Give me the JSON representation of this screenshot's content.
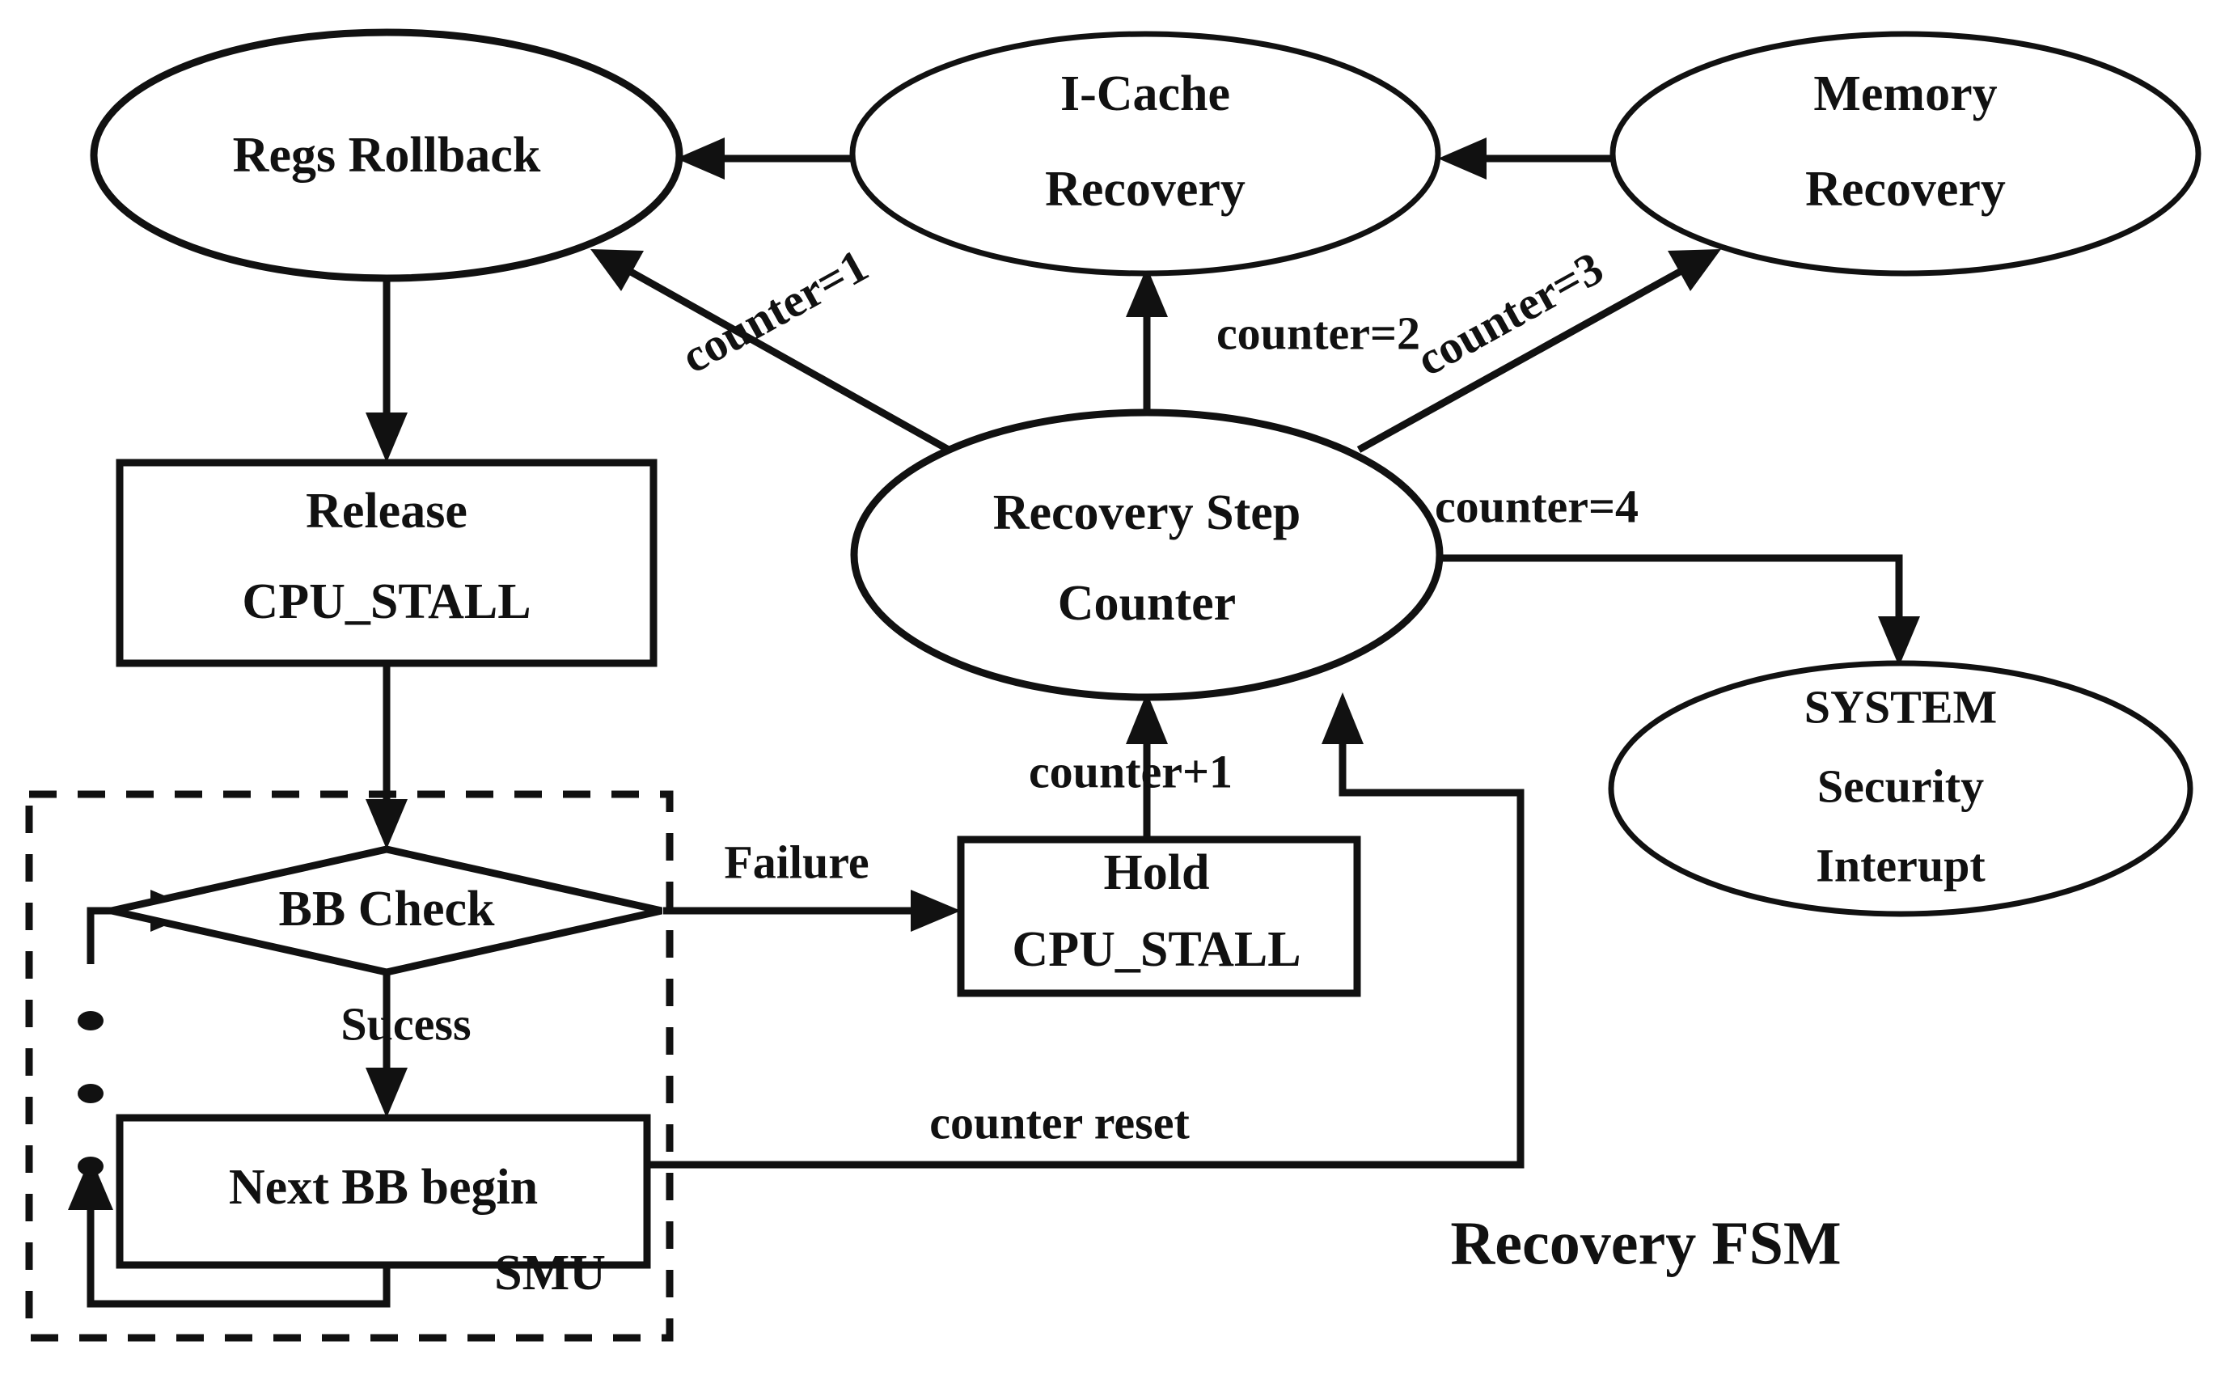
{
  "diagram": {
    "title": "Recovery FSM",
    "group_label": "SMU",
    "nodes": {
      "regs_rollback": {
        "label": "Regs Rollback",
        "shape": "ellipse"
      },
      "icache_recovery": {
        "line1": "I-Cache",
        "line2": "Recovery",
        "shape": "ellipse"
      },
      "memory_recovery": {
        "line1": "Memory",
        "line2": "Recovery",
        "shape": "ellipse"
      },
      "recovery_step_counter": {
        "line1": "Recovery Step",
        "line2": "Counter",
        "shape": "ellipse"
      },
      "system_security_interupt": {
        "line1": "SYSTEM",
        "line2": "Security",
        "line3": "Interupt",
        "shape": "ellipse"
      },
      "release_cpu_stall": {
        "line1": "Release",
        "line2": "CPU_STALL",
        "shape": "rect"
      },
      "hold_cpu_stall": {
        "line1": "Hold",
        "line2": "CPU_STALL",
        "shape": "rect"
      },
      "bb_check": {
        "label": "BB Check",
        "shape": "diamond"
      },
      "next_bb_begin": {
        "label": "Next BB begin",
        "shape": "rect"
      }
    },
    "edge_labels": {
      "counter_eq_1": "counter=1",
      "counter_eq_2": "counter=2",
      "counter_eq_3": "counter=3",
      "counter_eq_4": "counter=4",
      "counter_plus_1": "counter+1",
      "counter_reset": "counter reset",
      "failure": "Failure",
      "sucess": "Sucess"
    },
    "colors": {
      "stroke": "#111111",
      "background": "#ffffff"
    }
  },
  "chart_data": {
    "type": "diagram",
    "title": "Recovery FSM",
    "states": [
      "Regs Rollback",
      "I-Cache Recovery",
      "Memory Recovery",
      "Recovery Step Counter",
      "SYSTEM Security Interupt",
      "Release CPU_STALL",
      "Hold CPU_STALL",
      "BB Check",
      "Next BB begin"
    ],
    "transitions": [
      {
        "from": "I-Cache Recovery",
        "to": "Regs Rollback",
        "label": ""
      },
      {
        "from": "Memory Recovery",
        "to": "I-Cache Recovery",
        "label": ""
      },
      {
        "from": "Recovery Step Counter",
        "to": "Regs Rollback",
        "label": "counter=1"
      },
      {
        "from": "Recovery Step Counter",
        "to": "I-Cache Recovery",
        "label": "counter=2"
      },
      {
        "from": "Recovery Step Counter",
        "to": "Memory Recovery",
        "label": "counter=3"
      },
      {
        "from": "Recovery Step Counter",
        "to": "SYSTEM Security Interupt",
        "label": "counter=4"
      },
      {
        "from": "Regs Rollback",
        "to": "Release CPU_STALL",
        "label": ""
      },
      {
        "from": "Release CPU_STALL",
        "to": "BB Check",
        "label": ""
      },
      {
        "from": "BB Check",
        "to": "Hold CPU_STALL",
        "label": "Failure"
      },
      {
        "from": "BB Check",
        "to": "Next BB begin",
        "label": "Sucess"
      },
      {
        "from": "Hold CPU_STALL",
        "to": "Recovery Step Counter",
        "label": "counter+1"
      },
      {
        "from": "Next BB begin",
        "to": "Recovery Step Counter",
        "label": "counter reset"
      },
      {
        "from": "Next BB begin",
        "to": "BB Check",
        "label": ""
      }
    ],
    "groups": [
      {
        "label": "SMU",
        "members": [
          "BB Check",
          "Next BB begin"
        ]
      }
    ]
  }
}
